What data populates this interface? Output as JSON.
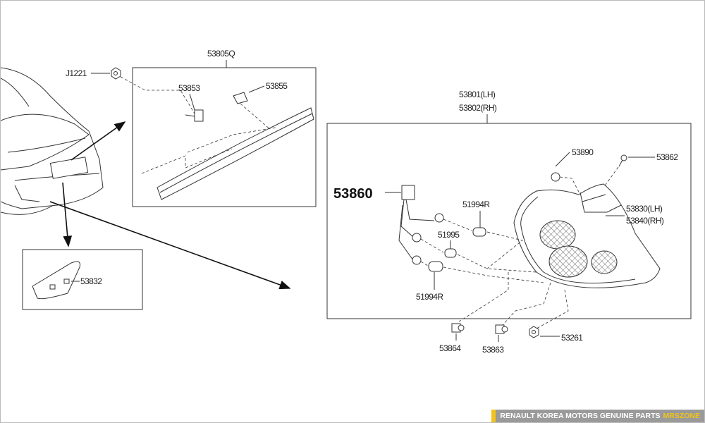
{
  "callouts": {
    "j1221": "J1221",
    "p53805q": "53805Q",
    "p53853": "53853",
    "p53855": "53855",
    "p53801": "53801(LH)",
    "p53802": "53802(RH)",
    "p53890": "53890",
    "p53862": "53862",
    "p53860": "53860",
    "p51994r_top": "51994R",
    "p53830": "53830(LH)",
    "p53840": "53840(RH)",
    "p51995": "51995",
    "p51994r_bottom": "51994R",
    "p53864": "53864",
    "p53863": "53863",
    "p53261": "53261",
    "p53832": "53832"
  },
  "banner": {
    "text": "RENAULT KOREA MOTORS GENUINE PARTS",
    "brand": "MRSZONE",
    "accent": "#f0c419"
  }
}
